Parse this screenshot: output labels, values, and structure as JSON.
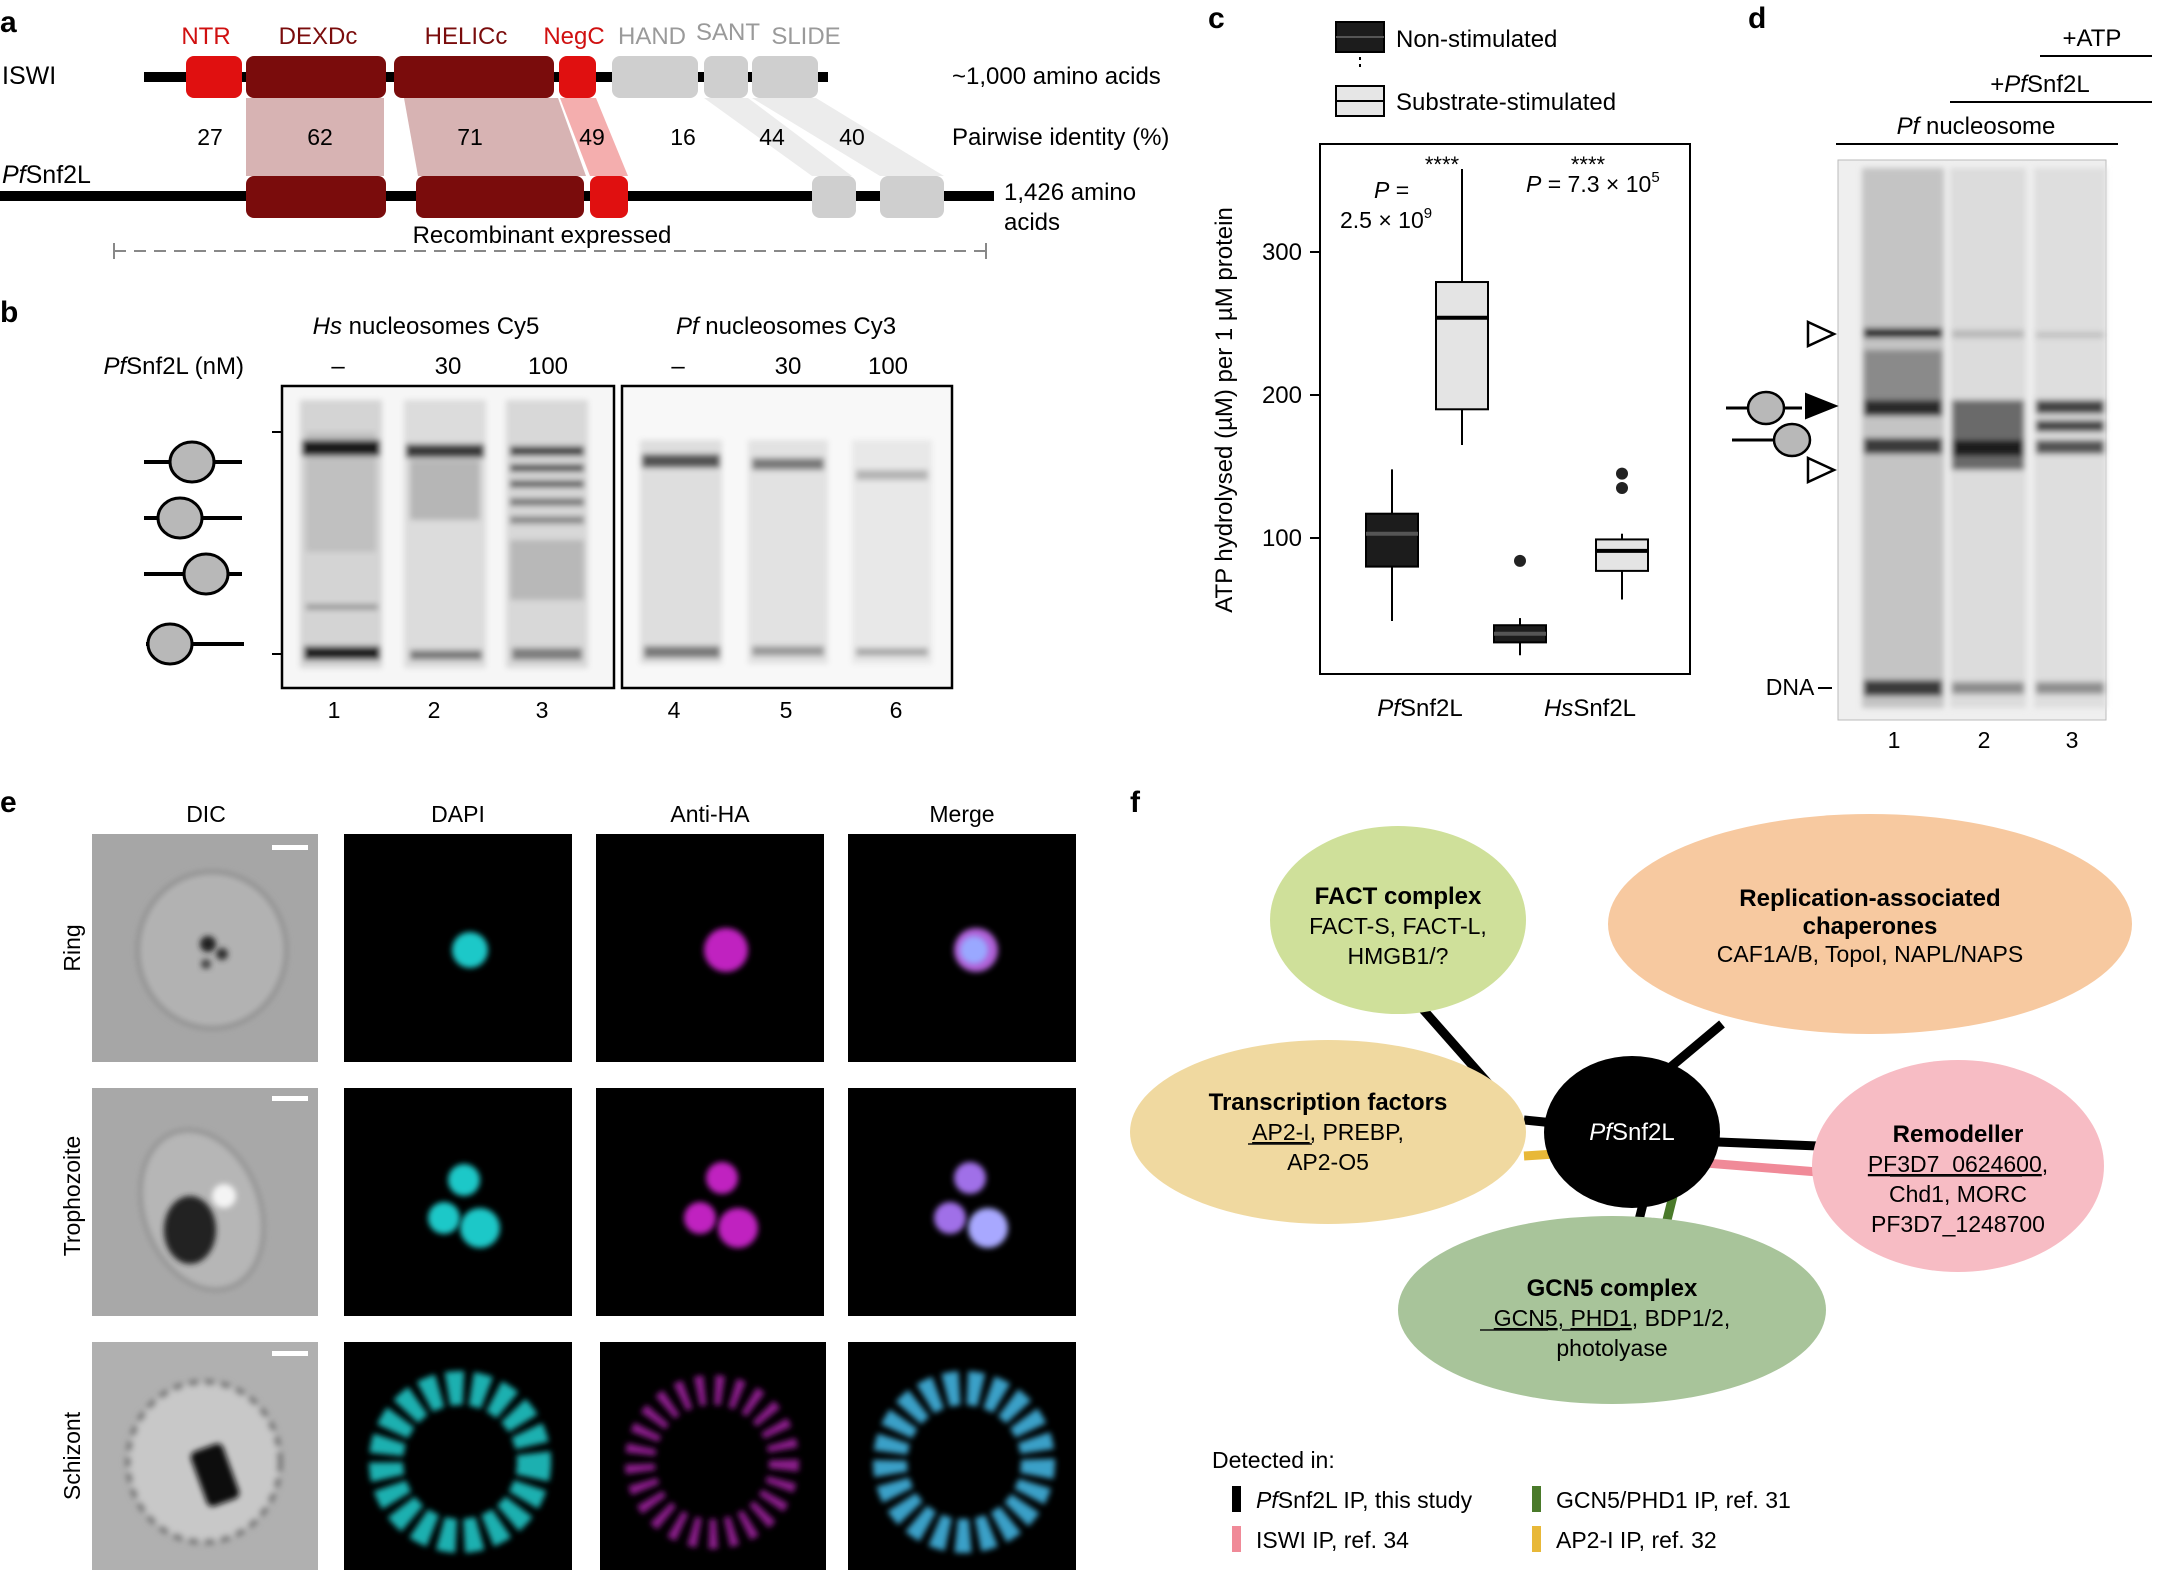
{
  "panel_labels": {
    "a": "a",
    "b": "b",
    "c": "c",
    "d": "d",
    "e": "e",
    "f": "f"
  },
  "panel_a": {
    "isw_name": "ISWI",
    "pf_name_italic": "Pf",
    "pf_name_rest": "Snf2L",
    "domains": {
      "ntr": "NTR",
      "dexdc": "DEXDc",
      "helicc": "HELICc",
      "negc": "NegC",
      "hand": "HAND",
      "sant": "SANT",
      "slide": "SLIDE"
    },
    "identities": [
      "27",
      "62",
      "71",
      "49",
      "16",
      "44",
      "40"
    ],
    "isw_length": "~1,000 amino acids",
    "identity_label": "Pairwise identity (%)",
    "pf_length_line1": "1,426 amino",
    "pf_length_line2": "acids",
    "recombinant": "Recombinant expressed"
  },
  "panel_b": {
    "hs_italic": "Hs",
    "hs_title_rest": " nucleosomes Cy5",
    "pf_italic": "Pf",
    "pf_title_rest": " nucleosomes Cy3",
    "conc_label_italic": "Pf",
    "conc_label_rest": "Snf2L (nM)",
    "concentrations": [
      "–",
      "30",
      "100",
      "–",
      "30",
      "100"
    ],
    "lanes": [
      "1",
      "2",
      "3",
      "4",
      "5",
      "6"
    ]
  },
  "panel_c": {
    "legend": {
      "non": "Non-stimulated",
      "sub": "Substrate-stimulated"
    },
    "ylabel": "ATP hydrolysed (µM) per 1 µM protein",
    "sig1": "****",
    "p1_line1": "P =",
    "p1_line2": "2.5 × 10",
    "p1_exp": "9",
    "sig2": "****",
    "p2": "P = 7.3 × 10",
    "p2_exp": "5",
    "xcats": [
      {
        "italic": "Pf",
        "rest": "Snf2L"
      },
      {
        "italic": "Hs",
        "rest": "Snf2L"
      }
    ]
  },
  "panel_d": {
    "atp": "+ATP",
    "pf_snf_plus": "+",
    "pf_snf_italic": "Pf",
    "pf_snf_rest": "Snf2L",
    "nuc_italic": "Pf",
    "nuc_rest": " nucleosome",
    "dna": "DNA",
    "lanes": [
      "1",
      "2",
      "3"
    ]
  },
  "panel_e": {
    "columns": [
      "DIC",
      "DAPI",
      "Anti-HA",
      "Merge"
    ],
    "rows": [
      "Ring",
      "Trophozoite",
      "Schizont"
    ]
  },
  "panel_f": {
    "center_italic": "Pf",
    "center_rest": "Snf2L",
    "fact_title": "FACT complex",
    "fact_l1": "FACT-S, FACT-L,",
    "fact_l2": "HMGB1/?",
    "rep_title1": "Replication-associated",
    "rep_title2": "chaperones",
    "rep_l1": "CAF1A/B, TopoI, NAPL/NAPS",
    "tf_title": "Transcription factors",
    "tf_u1": "AP2-I",
    "tf_l1_rest": ", PREBP,",
    "tf_l2": "AP2-O5",
    "rem_title": "Remodeller",
    "rem_u1": "PF3D7_0624600",
    "rem_u1_rest": ",",
    "rem_l2": "Chd1, MORC",
    "rem_l3": "PF3D7_1248700",
    "gcn_title": "GCN5 complex",
    "gcn_u1": "GCN5",
    "gcn_sep": ", ",
    "gcn_u2": "PHD1",
    "gcn_l1_rest": ", BDP1/2,",
    "gcn_l2": "photolyase",
    "detected": "Detected in:",
    "legend": [
      {
        "italic": "Pf",
        "rest": "Snf2L IP, this study",
        "color": "#000000"
      },
      {
        "italic": "",
        "rest": "GCN5/PHD1 IP, ref. 31",
        "color": "#4a7a2a"
      },
      {
        "italic": "",
        "rest": "ISWI IP, ref. 34",
        "color": "#f08a98"
      },
      {
        "italic": "",
        "rest": "AP2-I IP, ref. 32",
        "color": "#e8b838"
      }
    ]
  },
  "colors": {
    "dark_red": "#7a0c0c",
    "bright_red": "#e01010",
    "gray_domain": "#cfcfcf",
    "fact_fill": "#cfe09a",
    "rep_fill": "#f7c9a0",
    "tf_fill": "#f0d9a0",
    "rem_fill": "#f7bcc4",
    "gcn_fill": "#a8c49a"
  },
  "chart_data": {
    "type": "box",
    "categories": [
      "PfSnf2L",
      "HsSnf2L"
    ],
    "series": [
      {
        "name": "Non-stimulated",
        "boxes": [
          {
            "min": 42,
            "q1": 80,
            "median": 103,
            "q3": 117,
            "max": 148
          },
          {
            "min": 18,
            "q1": 27,
            "median": 33,
            "q3": 39,
            "max": 44,
            "outliers": [
              84
            ]
          }
        ]
      },
      {
        "name": "Substrate-stimulated",
        "boxes": [
          {
            "min": 165,
            "q1": 190,
            "median": 254,
            "q3": 279,
            "max": 358
          },
          {
            "min": 57,
            "q1": 77,
            "median": 91,
            "q3": 99,
            "max": 103,
            "outliers": [
              135,
              145
            ]
          }
        ]
      }
    ],
    "ylabel": "ATP hydrolysed (µM) per 1 µM protein",
    "yticks": [
      100,
      200,
      300
    ],
    "ylim": [
      0,
      370
    ]
  }
}
